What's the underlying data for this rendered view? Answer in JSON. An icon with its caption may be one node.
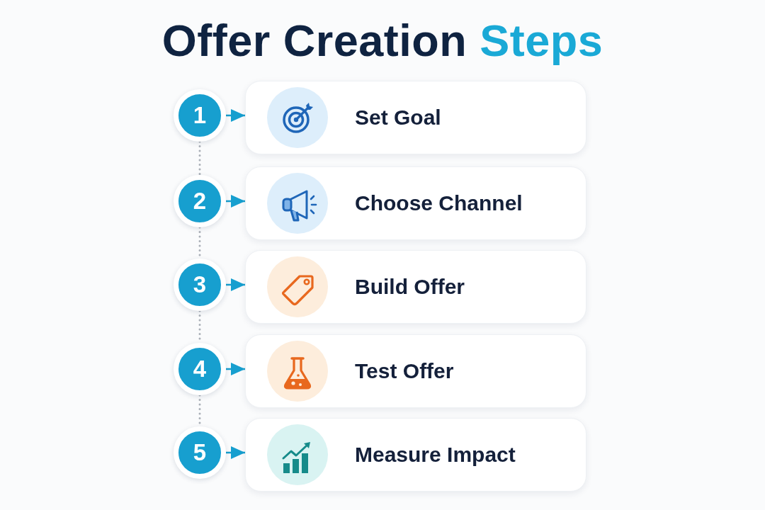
{
  "diagram": {
    "title": "Offer Creation Steps",
    "nodes": [
      {
        "text": [
          "1"
        ]
      },
      {
        "text": [
          "Set Goal"
        ]
      },
      {
        "text": [
          "2"
        ]
      },
      {
        "text": [
          "Choose Channel"
        ]
      },
      {
        "text": [
          "3"
        ]
      },
      {
        "text": [
          "Build Offer"
        ]
      },
      {
        "text": [
          "4"
        ]
      },
      {
        "text": [
          "Test Offer"
        ]
      },
      {
        "text": [
          "5"
        ]
      },
      {
        "text": [
          "Measure Impact"
        ]
      }
    ],
    "edges": [
      {
        "from": 0,
        "to": 1,
        "arrow": "to"
      },
      {
        "from": 2,
        "to": 3,
        "arrow": "to"
      },
      {
        "from": 4,
        "to": 5,
        "arrow": "to"
      },
      {
        "from": 6,
        "to": 7,
        "arrow": "to"
      },
      {
        "from": 8,
        "to": 9,
        "arrow": "to"
      },
      {
        "from": 0,
        "to": 2,
        "arrow": "none",
        "style": "dashed",
        "color": "#a9afb7"
      },
      {
        "from": 2,
        "to": 4,
        "arrow": "none",
        "style": "dashed",
        "color": "#a9afb7"
      },
      {
        "from": 4,
        "to": 6,
        "arrow": "none",
        "style": "dashed",
        "color": "#a9afb7"
      },
      {
        "from": 6,
        "to": 8,
        "arrow": "none",
        "style": "dashed",
        "color": "#a9afb7"
      }
    ]
  }
}
